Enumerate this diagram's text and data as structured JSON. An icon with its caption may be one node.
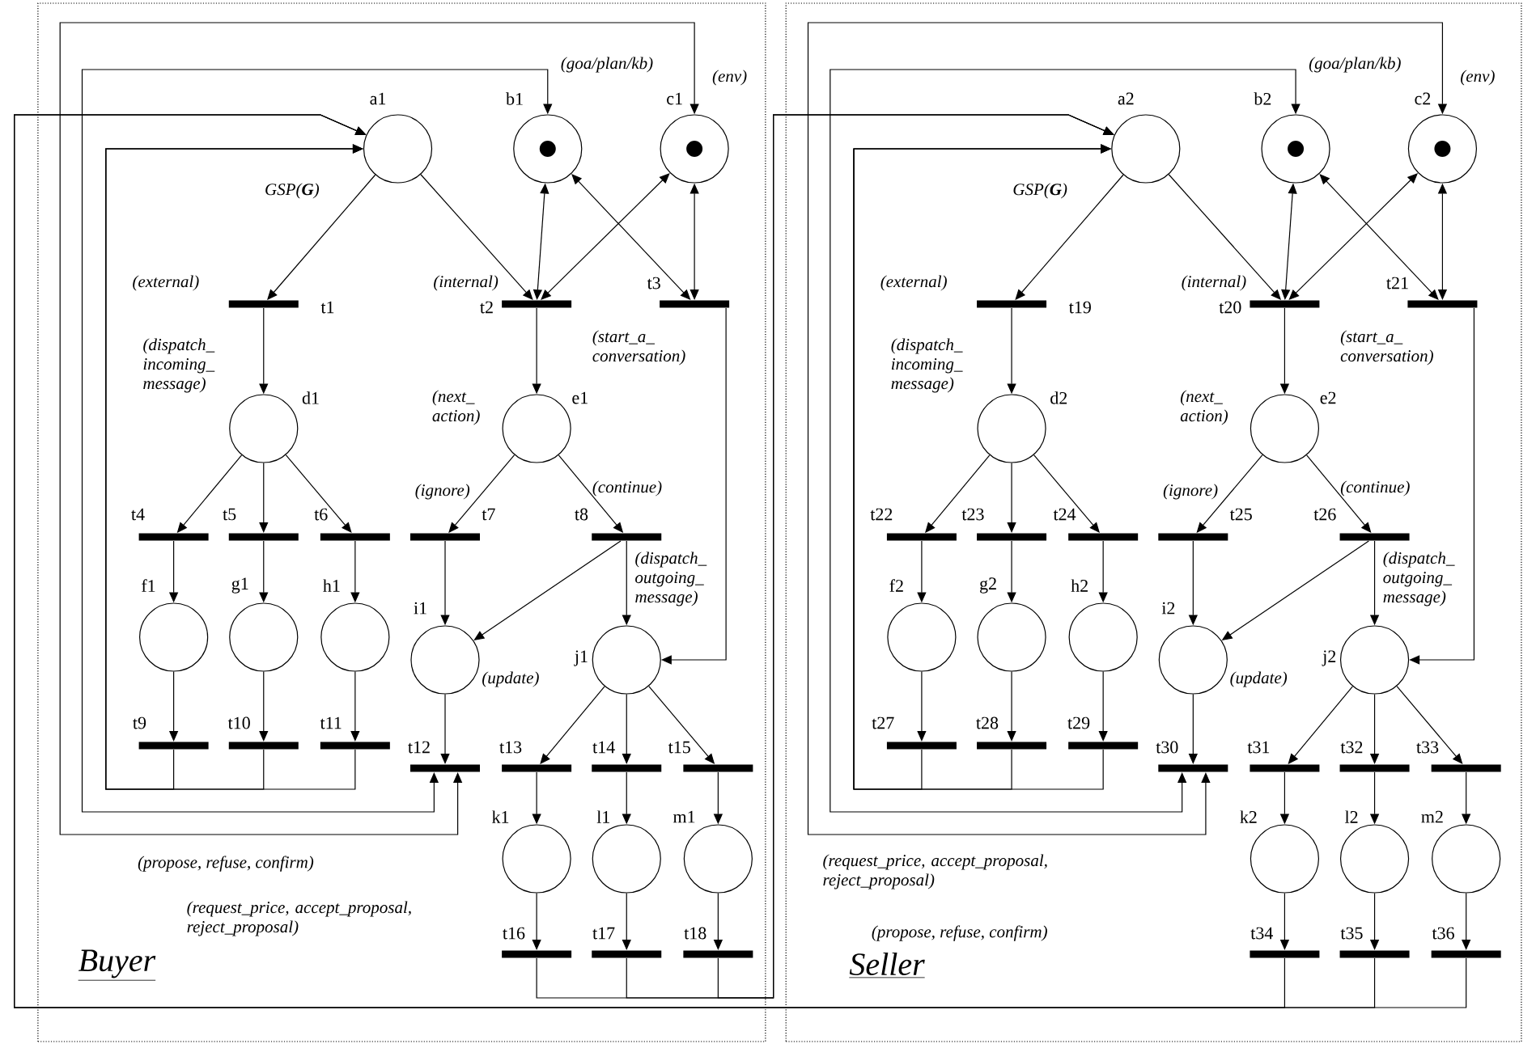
{
  "diagram": {
    "nodes": [
      {
        "text": [
          "Buyer"
        ]
      },
      {
        "text": [
          "a1"
        ],
        "beside": [
          "GSP(**G**)"
        ],
        "in": 0
      },
      {
        "text": [
          "b1"
        ],
        "beside": [
          "(goa/plan/kb)"
        ],
        "in": 0
      },
      {
        "text": [
          "c1"
        ],
        "beside": [
          "(env)"
        ],
        "in": 0
      },
      {
        "text": [
          "t1"
        ],
        "beside": [
          "(external)"
        ],
        "in": 0
      },
      {
        "text": [
          "t2"
        ],
        "beside": [
          "(internal)"
        ],
        "in": 0
      },
      {
        "text": [
          "t3"
        ],
        "beside": [
          "(start_a_ conversation)"
        ],
        "in": 0
      },
      {
        "text": [
          "d1"
        ],
        "beside": [
          "(dispatch_ incoming_ message)"
        ],
        "in": 0
      },
      {
        "text": [
          "e1"
        ],
        "beside": [
          "(next_ action)"
        ],
        "in": 0
      },
      {
        "text": [
          "t4"
        ],
        "in": 0
      },
      {
        "text": [
          "t5"
        ],
        "in": 0
      },
      {
        "text": [
          "t6"
        ],
        "in": 0
      },
      {
        "text": [
          "t7"
        ],
        "beside": [
          "(ignore)"
        ],
        "in": 0
      },
      {
        "text": [
          "t8"
        ],
        "beside": [
          "(continue)"
        ],
        "in": 0
      },
      {
        "text": [
          "f1"
        ],
        "in": 0
      },
      {
        "text": [
          "g1"
        ],
        "in": 0
      },
      {
        "text": [
          "h1"
        ],
        "in": 0
      },
      {
        "text": [
          "i1"
        ],
        "beside": [
          "(update)"
        ],
        "in": 0
      },
      {
        "text": [
          "j1"
        ],
        "beside": [
          "(dispatch_ outgoing_ message)"
        ],
        "in": 0
      },
      {
        "text": [
          "t9"
        ],
        "in": 0
      },
      {
        "text": [
          "t10"
        ],
        "in": 0
      },
      {
        "text": [
          "t11"
        ],
        "in": 0
      },
      {
        "text": [
          "t12"
        ],
        "in": 0
      },
      {
        "text": [
          "t13"
        ],
        "in": 0
      },
      {
        "text": [
          "t14"
        ],
        "in": 0
      },
      {
        "text": [
          "t15"
        ],
        "in": 0
      },
      {
        "text": [
          "k1"
        ],
        "in": 0
      },
      {
        "text": [
          "l1"
        ],
        "in": 0
      },
      {
        "text": [
          "m1"
        ],
        "in": 0
      },
      {
        "text": [
          "t16"
        ],
        "in": 0
      },
      {
        "text": [
          "t17"
        ],
        "in": 0
      },
      {
        "text": [
          "t18"
        ],
        "in": 0
      },
      {
        "text": [
          "Seller"
        ]
      },
      {
        "text": [
          "a2"
        ],
        "beside": [
          "GSP(**G**)"
        ],
        "in": 32
      },
      {
        "text": [
          "b2"
        ],
        "beside": [
          "(goa/plan/kb)"
        ],
        "in": 32
      },
      {
        "text": [
          "c2"
        ],
        "beside": [
          "(env)"
        ],
        "in": 32
      },
      {
        "text": [
          "t19"
        ],
        "beside": [
          "(external)"
        ],
        "in": 32
      },
      {
        "text": [
          "t20"
        ],
        "beside": [
          "(internal)"
        ],
        "in": 32
      },
      {
        "text": [
          "t21"
        ],
        "beside": [
          "(start_a_ conversation)"
        ],
        "in": 32
      },
      {
        "text": [
          "d2"
        ],
        "beside": [
          "(dispatch_ incoming_ message)"
        ],
        "in": 32
      },
      {
        "text": [
          "e2"
        ],
        "beside": [
          "(next_ action)"
        ],
        "in": 32
      },
      {
        "text": [
          "t22"
        ],
        "in": 32
      },
      {
        "text": [
          "t23"
        ],
        "in": 32
      },
      {
        "text": [
          "t24"
        ],
        "in": 32
      },
      {
        "text": [
          "t25"
        ],
        "beside": [
          "(ignore)"
        ],
        "in": 32
      },
      {
        "text": [
          "t26"
        ],
        "beside": [
          "(continue)"
        ],
        "in": 32
      },
      {
        "text": [
          "f2"
        ],
        "in": 32
      },
      {
        "text": [
          "g2"
        ],
        "in": 32
      },
      {
        "text": [
          "h2"
        ],
        "in": 32
      },
      {
        "text": [
          "i2"
        ],
        "beside": [
          "(update)"
        ],
        "in": 32
      },
      {
        "text": [
          "j2"
        ],
        "beside": [
          "(dispatch_ outgoing_ message)"
        ],
        "in": 32
      },
      {
        "text": [
          "t27"
        ],
        "in": 32
      },
      {
        "text": [
          "t28"
        ],
        "in": 32
      },
      {
        "text": [
          "t29"
        ],
        "in": 32
      },
      {
        "text": [
          "t30"
        ],
        "in": 32
      },
      {
        "text": [
          "t31"
        ],
        "in": 32
      },
      {
        "text": [
          "t32"
        ],
        "in": 32
      },
      {
        "text": [
          "t33"
        ],
        "in": 32
      },
      {
        "text": [
          "k2"
        ],
        "in": 32
      },
      {
        "text": [
          "l2"
        ],
        "in": 32
      },
      {
        "text": [
          "m2"
        ],
        "in": 32
      },
      {
        "text": [
          "t34"
        ],
        "in": 32
      },
      {
        "text": [
          "t35"
        ],
        "in": 32
      },
      {
        "text": [
          "t36"
        ],
        "in": 32
      }
    ],
    "edges": [
      {
        "from": 1,
        "to": 4,
        "arrow": "to"
      },
      {
        "from": 1,
        "to": 5,
        "arrow": "to"
      },
      {
        "from": 2,
        "to": 5,
        "arrow": "both"
      },
      {
        "from": 3,
        "to": 5,
        "arrow": "both"
      },
      {
        "from": 2,
        "to": 6,
        "arrow": "both"
      },
      {
        "from": 3,
        "to": 6,
        "arrow": "both"
      },
      {
        "from": 4,
        "to": 7,
        "arrow": "to"
      },
      {
        "from": 5,
        "to": 8,
        "arrow": "to"
      },
      {
        "from": 6,
        "to": 18,
        "arrow": "to"
      },
      {
        "from": 7,
        "to": 9,
        "arrow": "to"
      },
      {
        "from": 7,
        "to": 10,
        "arrow": "to"
      },
      {
        "from": 7,
        "to": 11,
        "arrow": "to"
      },
      {
        "from": 8,
        "to": 12,
        "arrow": "to"
      },
      {
        "from": 8,
        "to": 13,
        "arrow": "to"
      },
      {
        "from": 9,
        "to": 14,
        "arrow": "to"
      },
      {
        "from": 10,
        "to": 15,
        "arrow": "to"
      },
      {
        "from": 11,
        "to": 16,
        "arrow": "to"
      },
      {
        "from": 12,
        "to": 17,
        "arrow": "to"
      },
      {
        "from": 13,
        "to": 17,
        "arrow": "to"
      },
      {
        "from": 13,
        "to": 18,
        "arrow": "to"
      },
      {
        "from": 14,
        "to": 19,
        "arrow": "to"
      },
      {
        "from": 15,
        "to": 20,
        "arrow": "to"
      },
      {
        "from": 16,
        "to": 21,
        "arrow": "to"
      },
      {
        "from": 17,
        "to": 22,
        "arrow": "to"
      },
      {
        "from": 18,
        "to": 23,
        "arrow": "to"
      },
      {
        "from": 18,
        "to": 24,
        "arrow": "to"
      },
      {
        "from": 18,
        "to": 25,
        "arrow": "to"
      },
      {
        "from": 23,
        "to": 26,
        "arrow": "to"
      },
      {
        "from": 24,
        "to": 27,
        "arrow": "to"
      },
      {
        "from": 25,
        "to": 28,
        "arrow": "to"
      },
      {
        "from": 26,
        "to": 29,
        "arrow": "to"
      },
      {
        "from": 27,
        "to": 30,
        "arrow": "to"
      },
      {
        "from": 28,
        "to": 31,
        "arrow": "to"
      },
      {
        "from": 19,
        "to": 1,
        "arrow": "to"
      },
      {
        "from": 20,
        "to": 1,
        "arrow": "to"
      },
      {
        "from": 21,
        "to": 1,
        "arrow": "to"
      },
      {
        "from": 22,
        "to": 2,
        "arrow": "both"
      },
      {
        "from": 22,
        "to": 3,
        "arrow": "both"
      },
      {
        "from": 33,
        "to": 36,
        "arrow": "to"
      },
      {
        "from": 33,
        "to": 37,
        "arrow": "to"
      },
      {
        "from": 34,
        "to": 37,
        "arrow": "both"
      },
      {
        "from": 35,
        "to": 37,
        "arrow": "both"
      },
      {
        "from": 34,
        "to": 38,
        "arrow": "both"
      },
      {
        "from": 35,
        "to": 38,
        "arrow": "both"
      },
      {
        "from": 36,
        "to": 39,
        "arrow": "to"
      },
      {
        "from": 37,
        "to": 40,
        "arrow": "to"
      },
      {
        "from": 38,
        "to": 50,
        "arrow": "to"
      },
      {
        "from": 39,
        "to": 41,
        "arrow": "to"
      },
      {
        "from": 39,
        "to": 42,
        "arrow": "to"
      },
      {
        "from": 39,
        "to": 43,
        "arrow": "to"
      },
      {
        "from": 40,
        "to": 44,
        "arrow": "to"
      },
      {
        "from": 40,
        "to": 45,
        "arrow": "to"
      },
      {
        "from": 41,
        "to": 46,
        "arrow": "to"
      },
      {
        "from": 42,
        "to": 47,
        "arrow": "to"
      },
      {
        "from": 43,
        "to": 48,
        "arrow": "to"
      },
      {
        "from": 44,
        "to": 49,
        "arrow": "to"
      },
      {
        "from": 45,
        "to": 49,
        "arrow": "to"
      },
      {
        "from": 45,
        "to": 50,
        "arrow": "to"
      },
      {
        "from": 46,
        "to": 51,
        "arrow": "to"
      },
      {
        "from": 47,
        "to": 52,
        "arrow": "to"
      },
      {
        "from": 48,
        "to": 53,
        "arrow": "to"
      },
      {
        "from": 49,
        "to": 54,
        "arrow": "to"
      },
      {
        "from": 50,
        "to": 55,
        "arrow": "to"
      },
      {
        "from": 50,
        "to": 56,
        "arrow": "to"
      },
      {
        "from": 50,
        "to": 57,
        "arrow": "to"
      },
      {
        "from": 55,
        "to": 58,
        "arrow": "to"
      },
      {
        "from": 56,
        "to": 59,
        "arrow": "to"
      },
      {
        "from": 57,
        "to": 60,
        "arrow": "to"
      },
      {
        "from": 58,
        "to": 61,
        "arrow": "to"
      },
      {
        "from": 59,
        "to": 62,
        "arrow": "to"
      },
      {
        "from": 60,
        "to": 63,
        "arrow": "to"
      },
      {
        "from": 51,
        "to": 33,
        "arrow": "to"
      },
      {
        "from": 52,
        "to": 33,
        "arrow": "to"
      },
      {
        "from": 53,
        "to": 33,
        "arrow": "to"
      },
      {
        "from": 54,
        "to": 34,
        "arrow": "both"
      },
      {
        "from": 54,
        "to": 35,
        "arrow": "both"
      },
      {
        "from": 29,
        "to": 33,
        "arrow": "to"
      },
      {
        "from": 30,
        "to": 33,
        "arrow": "to"
      },
      {
        "from": 31,
        "to": 33,
        "arrow": "to"
      },
      {
        "from": 61,
        "to": 1,
        "arrow": "to"
      },
      {
        "from": 62,
        "to": 1,
        "arrow": "to"
      },
      {
        "from": 63,
        "to": 1,
        "arrow": "to"
      }
    ],
    "labels": [
      "(propose, refuse, confirm)",
      "(request_price, accept_proposal, reject_proposal)",
      "(request_price, accept_proposal, reject_proposal)",
      "(propose, refuse, confirm)"
    ]
  }
}
